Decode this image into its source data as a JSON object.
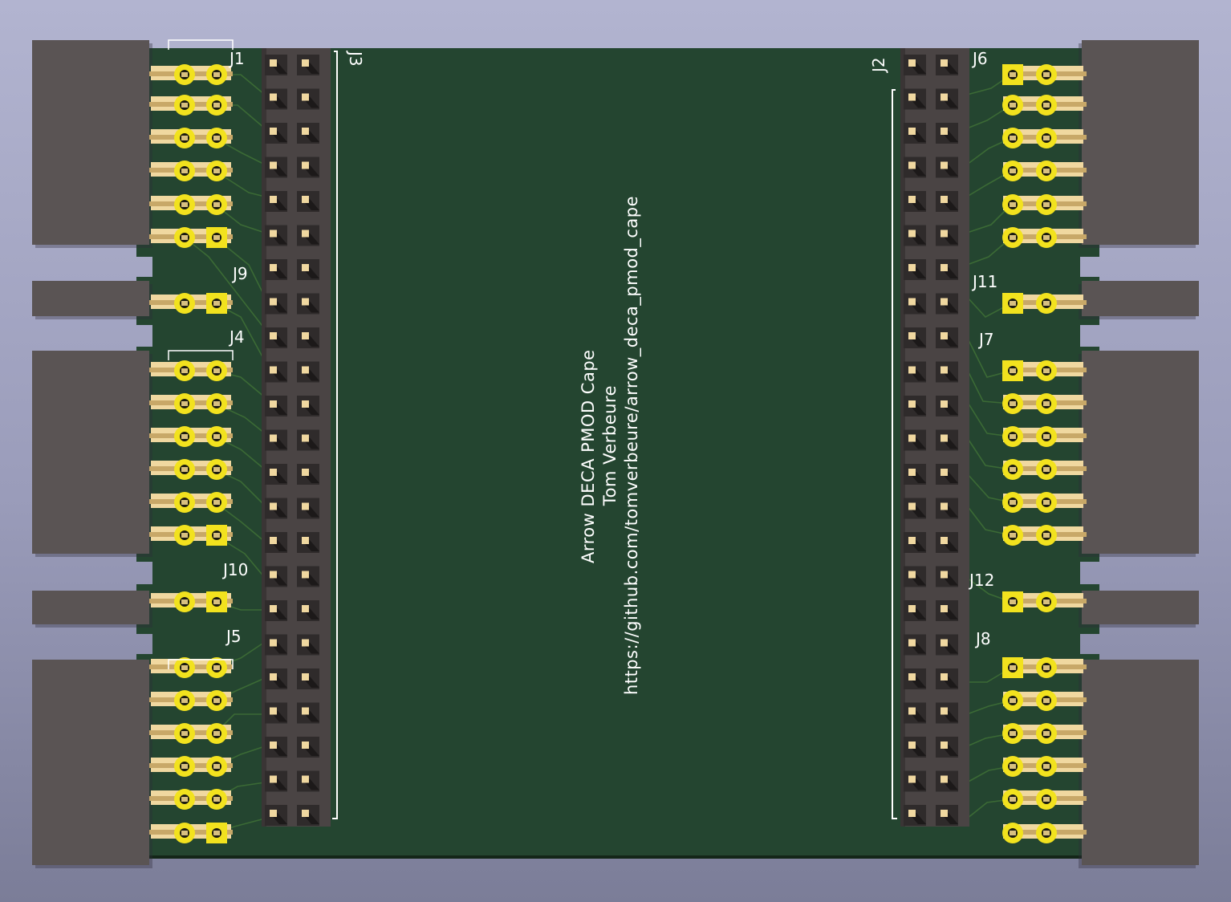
{
  "board": {
    "title": "Arrow DECA PMOD Cape",
    "author": "Tom Verbeure",
    "url": "https://github.com/tomverbeure/arrow_deca_pmod_cape"
  },
  "refs": {
    "j1": "J1",
    "j2": "J2",
    "j3": "J3",
    "j4": "J4",
    "j5": "J5",
    "j6": "J6",
    "j7": "J7",
    "j8": "J8",
    "j9": "J9",
    "j10": "J10",
    "j11": "J11",
    "j12": "J12"
  },
  "colors": {
    "pcb": "#244530",
    "copper_pad": "#f2e21e",
    "connector_body": "#5a5454",
    "header_body": "#4a4444",
    "pin_gold": "#f0d8a0",
    "silkscreen": "#ffffff",
    "trace": "#3b6a35"
  }
}
